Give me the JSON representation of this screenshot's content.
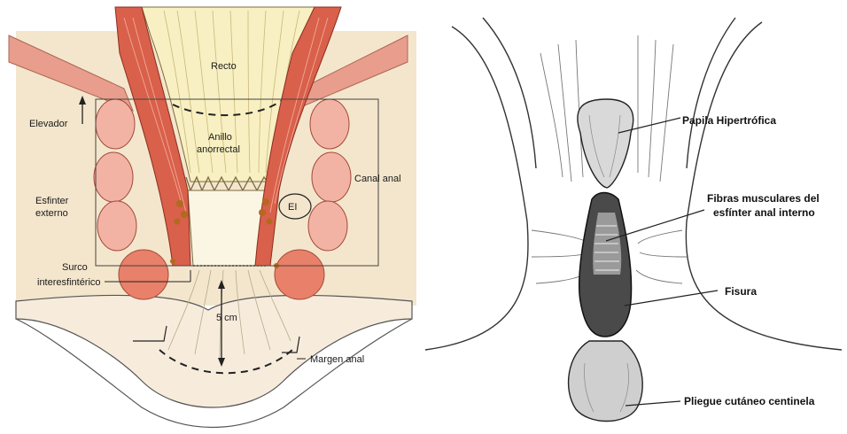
{
  "left_diagram": {
    "labels": {
      "recto": "Recto",
      "anillo_line1": "Anillo",
      "anillo_line2": "anorrectal",
      "elevador": "Elevador",
      "canal_anal": "Canal anal",
      "esfinter_line1": "Esfinter",
      "esfinter_line2": "externo",
      "ei": "EI",
      "surco_line1": "Surco",
      "surco_line2": "interesfintérico",
      "cinco_cm": "5 cm",
      "margen_anal": "Margen anal"
    },
    "colors": {
      "muscle": "#d9604a",
      "muscle_light": "#f2b3a4",
      "rectum": "#f7efbf",
      "skin": "#f5e9d8",
      "fat": "#f2e3c2"
    }
  },
  "right_diagram": {
    "labels": {
      "papila": "Papila Hipertrófica",
      "fibras_line1": "Fibras musculares del",
      "fibras_line2": "esfínter  anal interno",
      "fisura": "Fisura",
      "pliegue": "Pliegue cutáneo centinela"
    }
  }
}
